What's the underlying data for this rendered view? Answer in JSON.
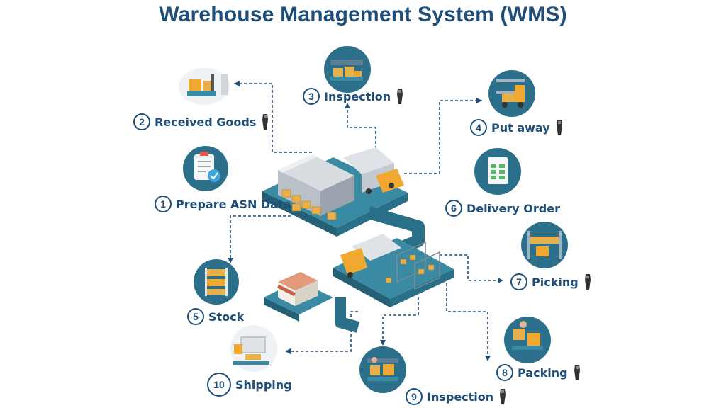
{
  "title": "Warehouse Management System (WMS)",
  "colors": {
    "title": "#1f4e79",
    "connector": "#1f4e79",
    "floor": "#2a6f88",
    "floor_top": "#3a8aa3",
    "box": "#e8b04b",
    "truck": "#f0a830",
    "circle_bg": "#2c6f8a"
  },
  "steps": [
    {
      "number": "1",
      "label": "Prepare ASN Data",
      "icon": "clipboard-check-icon"
    },
    {
      "number": "2",
      "label": "Received Goods",
      "icon": "forklift-icon"
    },
    {
      "number": "3",
      "label": "Inspection",
      "icon": "inspection-icon"
    },
    {
      "number": "4",
      "label": "Put away",
      "icon": "forklift-rack-icon"
    },
    {
      "number": "5",
      "label": "Stock",
      "icon": "shelf-icon"
    },
    {
      "number": "6",
      "label": "Delivery Order",
      "icon": "document-icon"
    },
    {
      "number": "7",
      "label": "Picking",
      "icon": "picking-rack-icon"
    },
    {
      "number": "8",
      "label": "Packing",
      "icon": "packing-icon"
    },
    {
      "number": "9",
      "label": "Inspection",
      "icon": "inspection-icon"
    },
    {
      "number": "10",
      "label": "Shipping",
      "icon": "truck-icon"
    }
  ]
}
